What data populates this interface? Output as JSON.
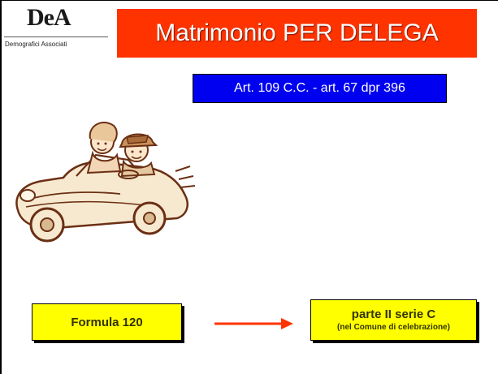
{
  "logo": {
    "mark": "DeA",
    "subtitle": "Demografici Associati"
  },
  "title": "Matrimonio PER DELEGA",
  "article": "Art. 109 C.C. - art. 67 dpr 396",
  "clipart": {
    "description_icon": "couple-in-car-icon"
  },
  "formula_box": {
    "label": "Formula 120"
  },
  "arrow": {
    "icon": "right-arrow-icon",
    "color": "#ff3300"
  },
  "parte_box": {
    "label": "parte II serie C",
    "note": "(nel Comune di celebrazione)"
  },
  "colors": {
    "title_bg": "#ff3300",
    "article_bg": "#0000f0",
    "box_bg": "#ffff00"
  }
}
